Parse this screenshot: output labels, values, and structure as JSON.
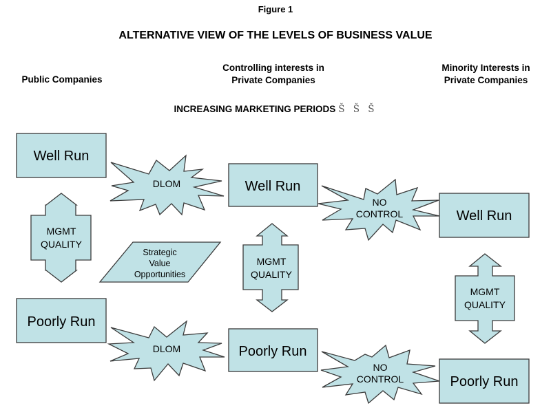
{
  "figure_label": "Figure 1",
  "title": "ALTERNATIVE VIEW OF THE LEVELS OF BUSINESS VALUE",
  "columns": [
    {
      "line1": "",
      "line2": "Public Companies"
    },
    {
      "line1": "Controlling interests in",
      "line2": "Private Companies"
    },
    {
      "line1": "Minority Interests in",
      "line2": "Private Companies"
    }
  ],
  "periods_label": "INCREASING MARKETING PERIODS",
  "periods_marks": "Š Š Š",
  "fill_color": "#c0e2e6",
  "boxes": {
    "public_well": "Well Run",
    "public_poor": "Poorly Run",
    "control_well": "Well Run",
    "control_poor": "Poorly Run",
    "minority_well": "Well Run",
    "minority_poor": "Poorly Run"
  },
  "arrows": {
    "public": [
      "MGMT",
      "QUALITY"
    ],
    "control": [
      "MGMT",
      "QUALITY"
    ],
    "minority": [
      "MGMT",
      "QUALITY"
    ]
  },
  "stars": {
    "dlom_top": [
      "DLOM"
    ],
    "dlom_bottom": [
      "DLOM"
    ],
    "nocontrol_top": [
      "NO",
      "CONTROL"
    ],
    "nocontrol_bottom": [
      "NO",
      "CONTROL"
    ]
  },
  "strategic": [
    "Strategic",
    "Value",
    "Opportunities"
  ]
}
